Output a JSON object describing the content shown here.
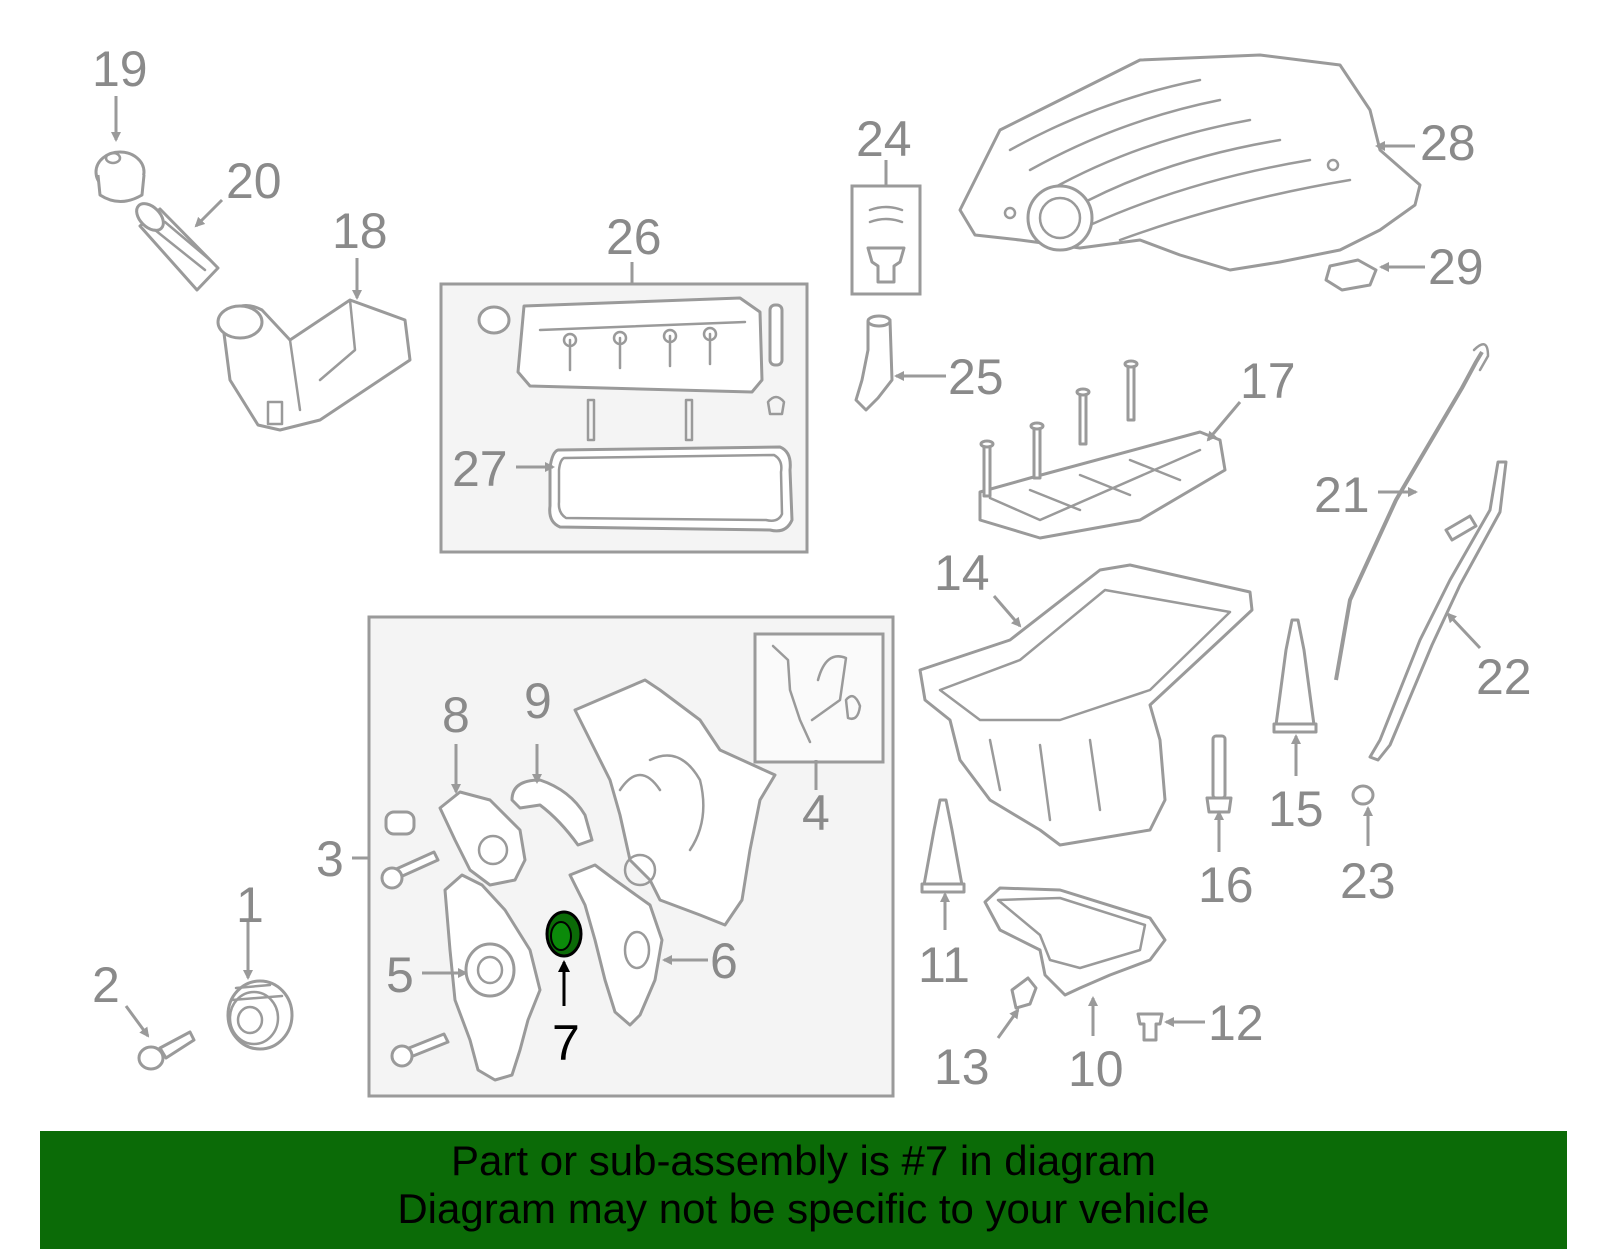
{
  "diagram": {
    "callouts": {
      "c1": "1",
      "c2": "2",
      "c3": "3",
      "c4": "4",
      "c5": "5",
      "c6": "6",
      "c7": "7",
      "c8": "8",
      "c9": "9",
      "c10": "10",
      "c11": "11",
      "c12": "12",
      "c13": "13",
      "c14": "14",
      "c15": "15",
      "c16": "16",
      "c17": "17",
      "c18": "18",
      "c19": "19",
      "c20": "20",
      "c21": "21",
      "c22": "22",
      "c23": "23",
      "c24": "24",
      "c25": "25",
      "c26": "26",
      "c27": "27",
      "c28": "28",
      "c29": "29"
    },
    "highlighted_part": "7",
    "colors": {
      "highlight": "#0b6b07",
      "line_art": "#9a9a9a",
      "banner": "#0b6b07"
    }
  },
  "banner": {
    "line1": "Part or sub-assembly is #7 in diagram",
    "line2": "Diagram may not be specific to your vehicle"
  }
}
